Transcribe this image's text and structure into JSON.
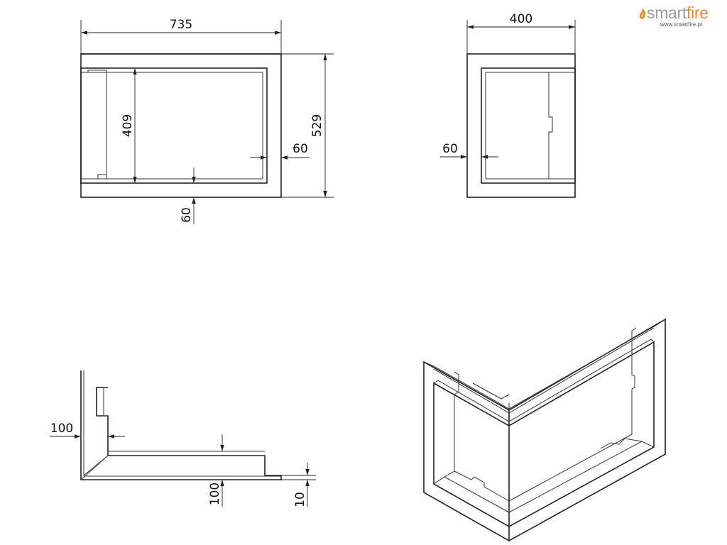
{
  "brand": {
    "name_part1": "smart",
    "name_part2": "fire",
    "url": "www.smartfire.pt",
    "colors": {
      "gray": "#9a9a9a",
      "orange": "#e88a2b"
    }
  },
  "front_view": {
    "width": "735",
    "height": "529",
    "inner_height": "409",
    "frame_right": "60",
    "frame_bottom": "60"
  },
  "side_view": {
    "width": "400",
    "frame_left": "60"
  },
  "section_view": {
    "offset": "100",
    "depth": "100",
    "plate": "10"
  }
}
